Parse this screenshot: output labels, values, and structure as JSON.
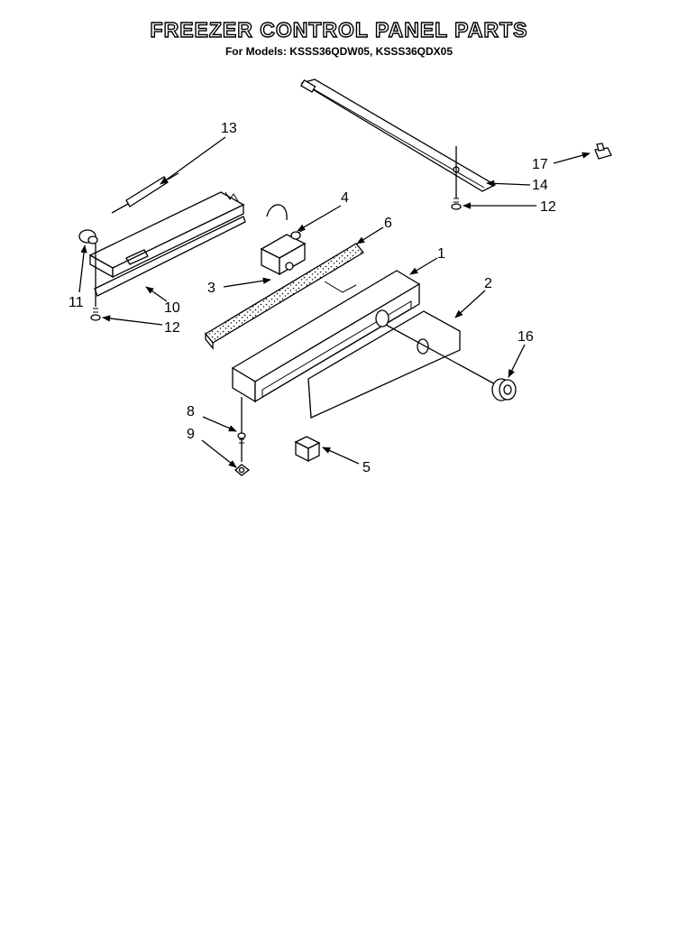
{
  "header": {
    "title": "FREEZER CONTROL PANEL PARTS",
    "subtitle": "For Models: KSSS36QDW05, KSSS36QDX05"
  },
  "callouts": {
    "c1": "1",
    "c2": "2",
    "c3": "3",
    "c4": "4",
    "c5": "5",
    "c6": "6",
    "c8": "8",
    "c9": "9",
    "c10": "10",
    "c11": "11",
    "c12a": "12",
    "c12b": "12",
    "c13": "13",
    "c14": "14",
    "c16": "16",
    "c17": "17"
  }
}
